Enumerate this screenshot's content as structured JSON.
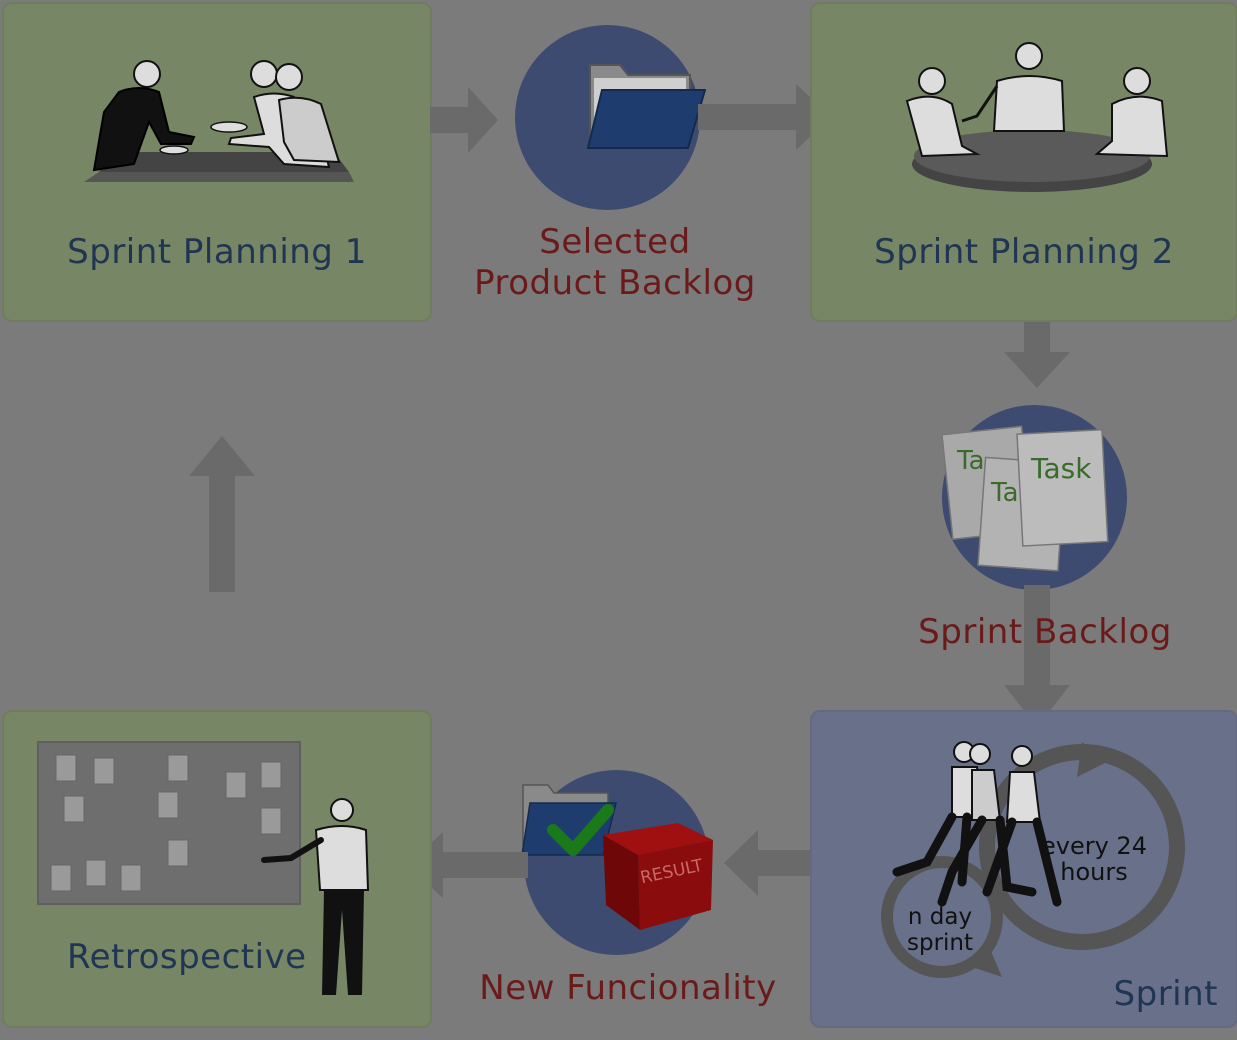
{
  "stages": {
    "sprint_planning_1": "Sprint Planning 1",
    "selected_product_backlog_line1": "Selected",
    "selected_product_backlog_line2": "Product Backlog",
    "sprint_planning_2": "Sprint Planning 2",
    "sprint_backlog": "Sprint Backlog",
    "sprint": "Sprint",
    "new_functionality": "New Funcionality",
    "retrospective": "Retrospective"
  },
  "task_cards": [
    "Ta",
    "Ta",
    "Task"
  ],
  "sprint_cycle": {
    "daily_line1": "every 24",
    "daily_line2": "hours",
    "sprint_line1": "n day",
    "sprint_line2": "sprint"
  },
  "result_box_text": "RESULT",
  "colors": {
    "background": "#7b7b7b",
    "stage_panel": "#778765",
    "sprint_panel": "#69718a",
    "circle": "#3d4b70",
    "arrow": "#6a6a6a",
    "stage_title": "#1f3553",
    "artifact_title": "#6b1a1a"
  },
  "icons": [
    "meeting-two-people-icon",
    "folder-icon",
    "round-table-meeting-icon",
    "task-cards-icon",
    "running-team-icon",
    "result-box-icon",
    "check-icon",
    "presenter-board-icon"
  ]
}
